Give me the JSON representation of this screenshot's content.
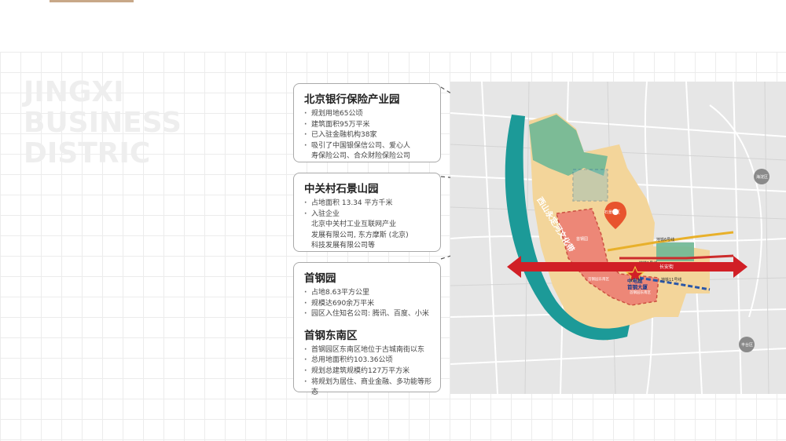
{
  "background_title": "JINGXI BUSINESS DISTRIC",
  "cards": {
    "bank": {
      "title": "北京银行保险产业园",
      "items": [
        {
          "text": "规划用地65公顷",
          "bullet": true
        },
        {
          "text": "建筑面积95万平米",
          "bullet": true
        },
        {
          "text": "已入驻金融机构38家",
          "bullet": true
        },
        {
          "text": "吸引了中国银保信公司、爱心人",
          "bullet": true
        },
        {
          "text": "寿保险公司、合众财险保险公司",
          "bullet": false
        }
      ]
    },
    "zgc": {
      "title": "中关村石景山园",
      "items": [
        {
          "text": "占地面积 13.34 平方千米",
          "bullet": true
        },
        {
          "text": "入驻企业",
          "bullet": true
        },
        {
          "text": "北京中关村工业互联网产业",
          "bullet": false
        },
        {
          "text": "发展有限公司, 东方摩斯 (北京)",
          "bullet": false
        },
        {
          "text": "科技发展有限公司等",
          "bullet": false
        }
      ]
    },
    "shougang": {
      "title": "首钢园",
      "items": [
        {
          "text": "占地8.63平方公里",
          "bullet": true
        },
        {
          "text": "规模达690余万平米",
          "bullet": true
        },
        {
          "text": "园区入住知名公司: 腾讯、百度、小米",
          "bullet": true
        }
      ],
      "sub_title": "首钢东南区",
      "sub_items": [
        {
          "text": "首钢园区东南区地位于古城南街以东",
          "bullet": true
        },
        {
          "text": "总用地面积约103.36公顷",
          "bullet": true
        },
        {
          "text": "规划总建筑规模约127万平方米",
          "bullet": true
        },
        {
          "text": "将规划为居住、商业金融、多功能等形态",
          "bullet": true
        }
      ]
    }
  },
  "map": {
    "river_label": "西山永定河文化带",
    "district_label": "石景山区",
    "avenue_label": "长安街",
    "landmark_label": "中电建\n首钢大厦",
    "shougang_label": "首钢园",
    "haidian_badge": "海淀区",
    "fengtai_badge": "丰台区",
    "metro_labels": [
      "地铁6号线",
      "地铁1号线",
      "地铁11号线"
    ],
    "small_labels": [
      "首钢园东南区",
      "首钢园东南区"
    ],
    "colors": {
      "district": "#f3d59a",
      "green": "#6fb896",
      "teal_band": "#1c9a98",
      "red_zone": "#ec7a72",
      "axis_red": "#d11f26",
      "badge": "#8a8a8a"
    }
  }
}
